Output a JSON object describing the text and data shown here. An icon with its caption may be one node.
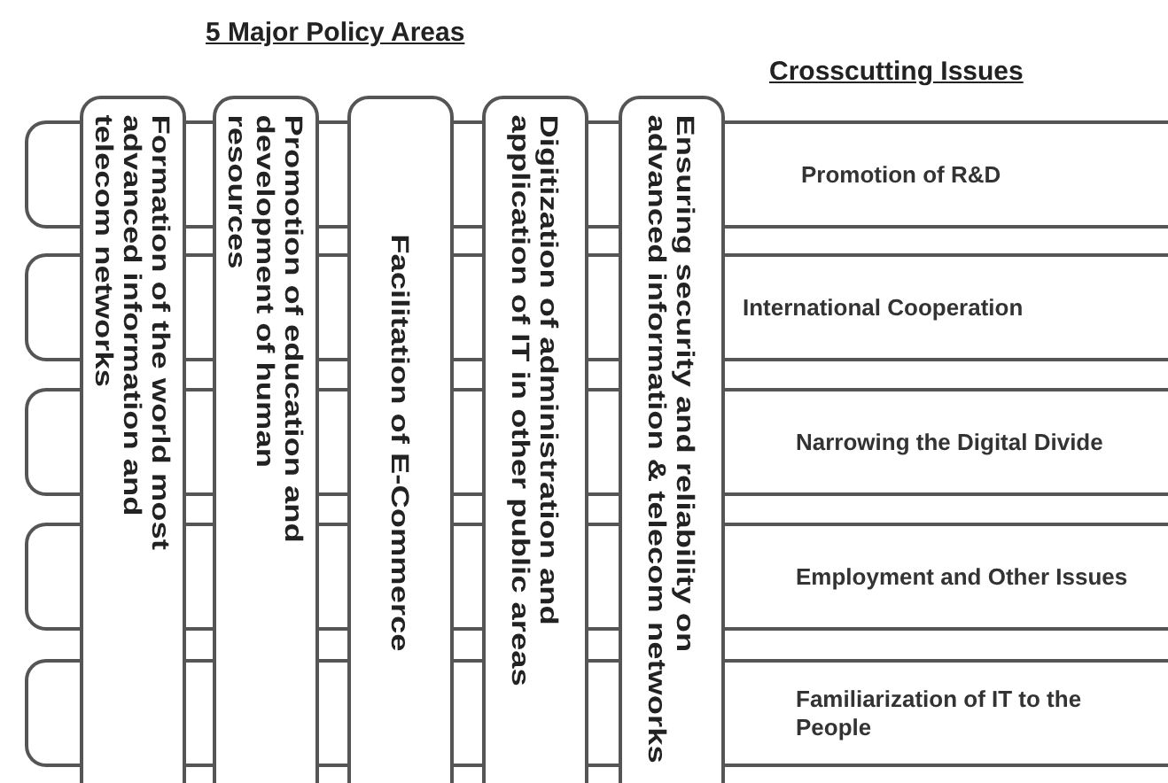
{
  "diagram": {
    "nodes": [
      {
        "text": [
          "Formation of the world most advanced information and telecom networks"
        ]
      },
      {
        "text": [
          "Promotion of education and development of human resources"
        ]
      },
      {
        "text": [
          "Facilitation of E-Commerce"
        ]
      },
      {
        "text": [
          "Digitization of administration and application of IT in other public areas"
        ]
      },
      {
        "text": [
          "Ensuring security and reliability on advanced information & telecom networks"
        ]
      },
      {
        "text": [
          "Promotion of R&D"
        ]
      },
      {
        "text": [
          "International Cooperation"
        ]
      },
      {
        "text": [
          "Narrowing the Digital Divide"
        ]
      },
      {
        "text": [
          "Employment and Other Issues"
        ]
      },
      {
        "text": [
          "Familiarization of IT to the People"
        ]
      }
    ],
    "labels": [
      "5 Major Policy Areas",
      "Crosscutting Issues"
    ]
  }
}
